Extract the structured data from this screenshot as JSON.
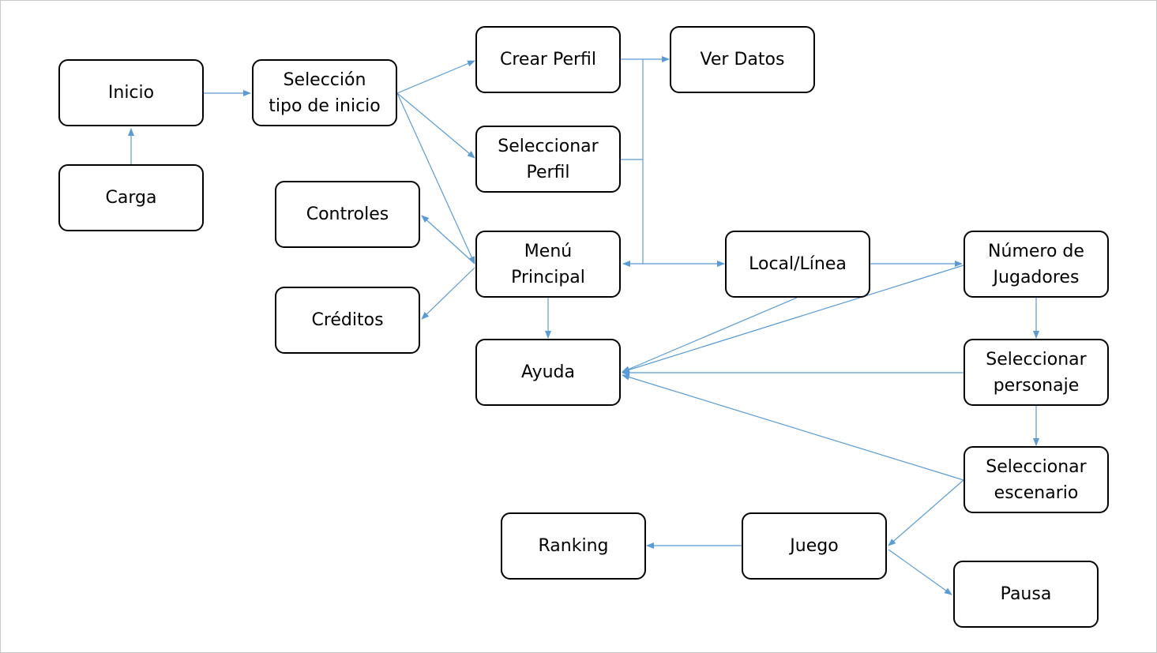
{
  "nodes": {
    "inicio": "Inicio",
    "carga": "Carga",
    "seleccion": "Selección\ntipo de inicio",
    "crear_perfil": "Crear Perfil",
    "ver_datos": "Ver Datos",
    "seleccionar_perfil": "Seleccionar\nPerfil",
    "controles": "Controles",
    "creditos": "Créditos",
    "menu_principal": "Menú\nPrincipal",
    "ayuda": "Ayuda",
    "local_linea": "Local/Línea",
    "numero_jugadores": "Número de\nJugadores",
    "seleccionar_personaje": "Seleccionar\npersonaje",
    "seleccionar_escenario": "Seleccionar\nescenario",
    "ranking": "Ranking",
    "juego": "Juego",
    "pausa": "Pausa"
  },
  "edges": [
    {
      "from": "carga",
      "to": "inicio"
    },
    {
      "from": "inicio",
      "to": "seleccion"
    },
    {
      "from": "seleccion",
      "to": "crear_perfil"
    },
    {
      "from": "seleccion",
      "to": "seleccionar_perfil"
    },
    {
      "from": "seleccion",
      "to": "menu_principal"
    },
    {
      "from": "crear_perfil",
      "to": "ver_datos"
    },
    {
      "from": "seleccionar_perfil",
      "to": "menu_principal"
    },
    {
      "from": "menu_principal",
      "to": "local_linea"
    },
    {
      "from": "menu_principal",
      "to": "controles"
    },
    {
      "from": "menu_principal",
      "to": "creditos"
    },
    {
      "from": "menu_principal",
      "to": "ayuda"
    },
    {
      "from": "local_linea",
      "to": "numero_jugadores"
    },
    {
      "from": "local_linea",
      "to": "ayuda"
    },
    {
      "from": "numero_jugadores",
      "to": "ayuda"
    },
    {
      "from": "numero_jugadores",
      "to": "seleccionar_personaje"
    },
    {
      "from": "seleccionar_personaje",
      "to": "ayuda"
    },
    {
      "from": "seleccionar_personaje",
      "to": "seleccionar_escenario"
    },
    {
      "from": "seleccionar_escenario",
      "to": "ayuda"
    },
    {
      "from": "seleccionar_escenario",
      "to": "juego"
    },
    {
      "from": "juego",
      "to": "ranking"
    },
    {
      "from": "juego",
      "to": "pausa"
    }
  ],
  "colors": {
    "edge": "#5b9bd5",
    "node_border": "#000000",
    "node_fill": "#ffffff"
  }
}
